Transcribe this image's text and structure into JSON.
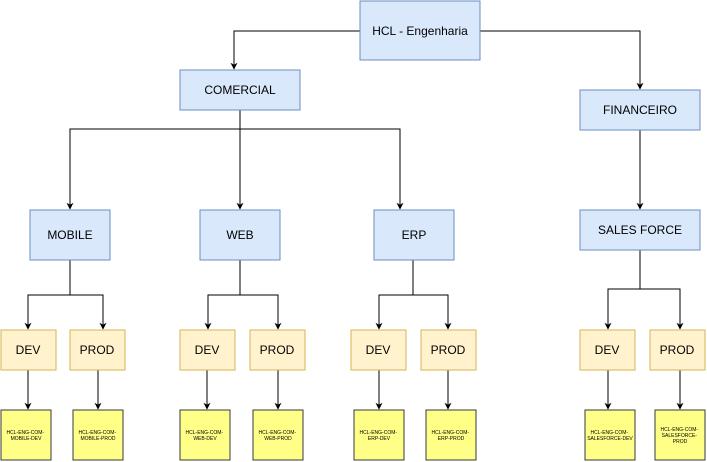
{
  "colors": {
    "blue_fill": "#dae8fc",
    "blue_stroke": "#6c8ebf",
    "orange_fill": "#fff2cc",
    "orange_stroke": "#d6b656",
    "yellow_fill": "#ffff88",
    "yellow_stroke": "#36393d",
    "edge": "#000000"
  },
  "nodes": {
    "root": "HCL - Engenharia",
    "comercial": "COMERCIAL",
    "financeiro": "FINANCEIRO",
    "mobile": "MOBILE",
    "web": "WEB",
    "erp": "ERP",
    "salesforce": "SALES FORCE",
    "mobile_dev": "DEV",
    "mobile_prod": "PROD",
    "web_dev": "DEV",
    "web_prod": "PROD",
    "erp_dev": "DEV",
    "erp_prod": "PROD",
    "sf_dev": "DEV",
    "sf_prod": "PROD",
    "leaf_mobile_dev": [
      "HCL-ENG-COM-",
      "MOBILE-DEV"
    ],
    "leaf_mobile_prod": [
      "HCL-ENG-COM-",
      "MOBILE-PROD"
    ],
    "leaf_web_dev": [
      "HCL-ENG-COM-",
      "WEB-DEV"
    ],
    "leaf_web_prod": [
      "HCL-ENG-COM-",
      "WEB-PROD"
    ],
    "leaf_erp_dev": [
      "HCL-ENG-COM-",
      "ERP-DEV"
    ],
    "leaf_erp_prod": [
      "HCL-ENG-COM-",
      "ERP-PROD"
    ],
    "leaf_sf_dev": [
      "HCL-ENG-COM-",
      "SALESFORCE-DEV"
    ],
    "leaf_sf_prod": [
      "HCL-ENG-COM-",
      "SALESFORCE-",
      "PROD"
    ]
  }
}
